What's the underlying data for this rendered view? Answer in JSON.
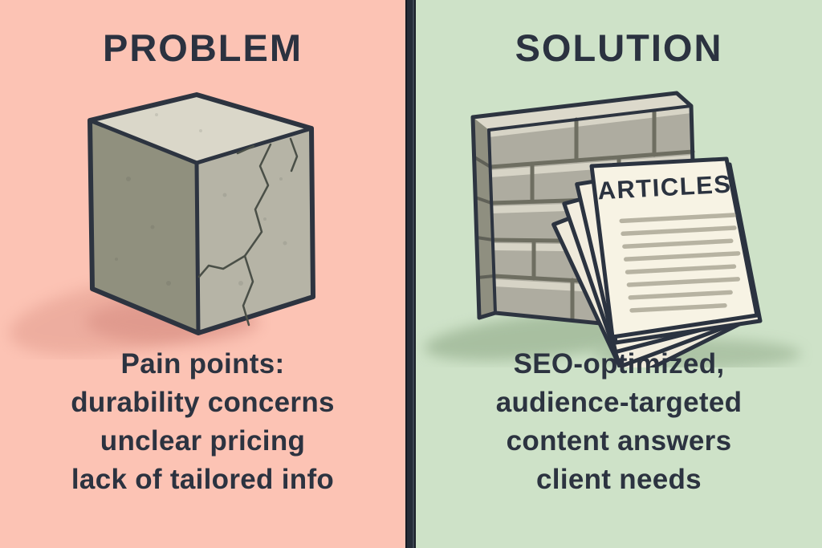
{
  "left_panel": {
    "title": "PROBLEM",
    "body_lines": [
      "Pain points:",
      "durability concerns",
      "unclear pricing",
      "lack of tailored info"
    ],
    "illustration": "cracked-concrete-block",
    "background_color": "#fcc3b4"
  },
  "right_panel": {
    "title": "SOLUTION",
    "body_lines": [
      "SEO-optimized,",
      "audience-targeted",
      "content answers",
      "client needs"
    ],
    "illustration": "brick-wall-with-articles",
    "paper_label": "ARTICLES",
    "background_color": "#cee2c8"
  },
  "colors": {
    "text": "#2b3240",
    "divider": "#242c38",
    "concrete_top": "#dad7c9",
    "concrete_left": "#90907e",
    "concrete_front": "#b6b4a6",
    "brick": "#aeaca0",
    "paper": "#f7f3e4"
  }
}
